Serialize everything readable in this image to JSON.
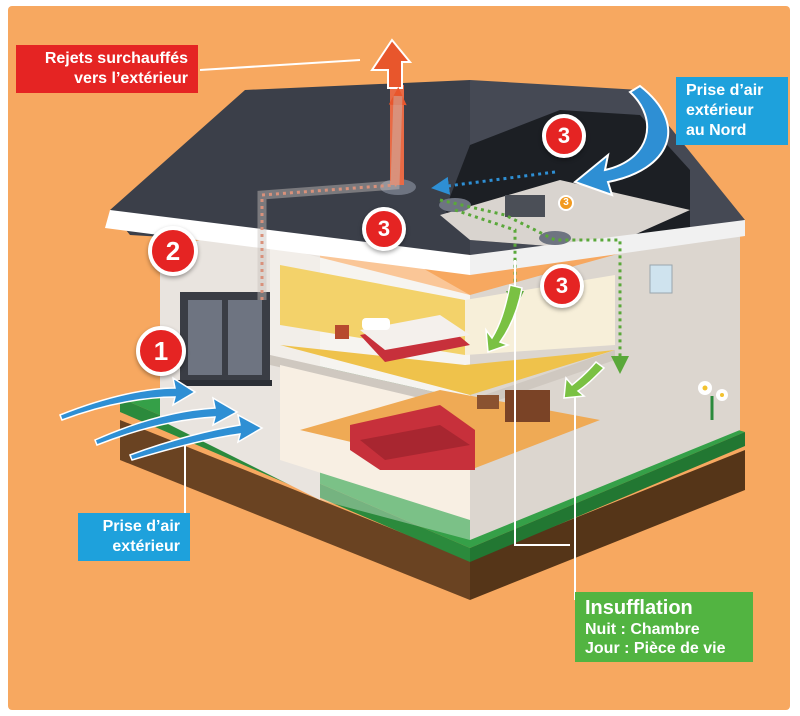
{
  "labels": {
    "rejets": [
      "Rejets surchauffés",
      "vers l’extérieur"
    ],
    "prise_nord": [
      "Prise d’air",
      "extérieur",
      "au Nord"
    ],
    "prise_exterieur": [
      "Prise d’air",
      "extérieur"
    ],
    "insufflation": {
      "title": "Insufflation",
      "line1": "Nuit : Chambre",
      "line2": "Jour : Pièce de vie"
    }
  },
  "markers": {
    "one": "1",
    "two": "2",
    "three": "3"
  },
  "colors": {
    "background": "#f7a860",
    "red_label": "#e52423",
    "blue_label": "#1ea1dc",
    "green_label": "#52b441",
    "roof": "#3b3f49",
    "grass": "#35a048",
    "soil": "#6a4322",
    "fresh_air_arrow": "#2e8fd4",
    "supply_arrow": "#7ac143",
    "exhaust_arrow": "#e8562c"
  }
}
